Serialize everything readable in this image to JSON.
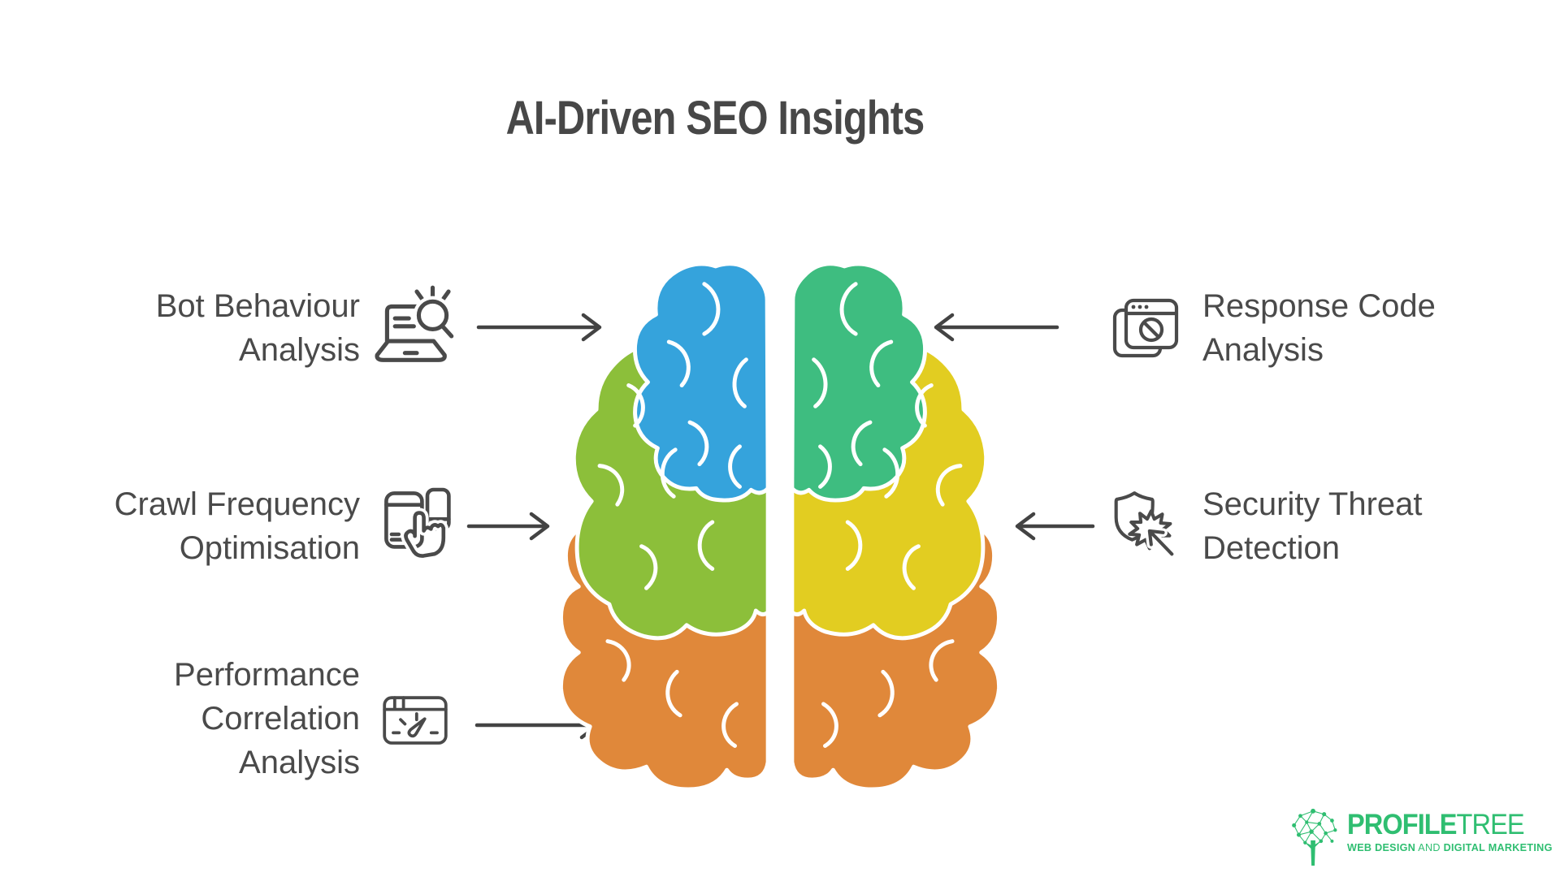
{
  "title": "AI-Driven SEO Insights",
  "colors": {
    "text": "#4A4A4A",
    "arrow": "#434343",
    "icon_stroke": "#4A4A4A",
    "brand_green": "#2FBE71"
  },
  "brain": {
    "left": {
      "top": "#35A3DC",
      "middle": "#8CBF3A",
      "bottom": "#E0883A"
    },
    "right": {
      "top": "#3EBD80",
      "middle": "#E2CD21",
      "bottom": "#E0883A"
    }
  },
  "left_items": [
    {
      "icon": "laptop-search-icon",
      "lines": [
        "Bot Behaviour",
        "Analysis"
      ]
    },
    {
      "icon": "devices-tap-icon",
      "lines": [
        "Crawl Frequency",
        "Optimisation"
      ]
    },
    {
      "icon": "browser-speedometer-icon",
      "lines": [
        "Performance",
        "Correlation",
        "Analysis"
      ]
    }
  ],
  "right_items": [
    {
      "icon": "browser-blocked-icon",
      "lines": [
        "Response Code",
        "Analysis"
      ]
    },
    {
      "icon": "shield-threat-icon",
      "lines": [
        "Security Threat",
        "Detection"
      ]
    }
  ],
  "logo": {
    "brand_bold": "PROFILE",
    "brand_light": "TREE",
    "tagline_lead": "WEB DESIGN",
    "tagline_and": " AND ",
    "tagline_tail": "DIGITAL MARKETING"
  }
}
